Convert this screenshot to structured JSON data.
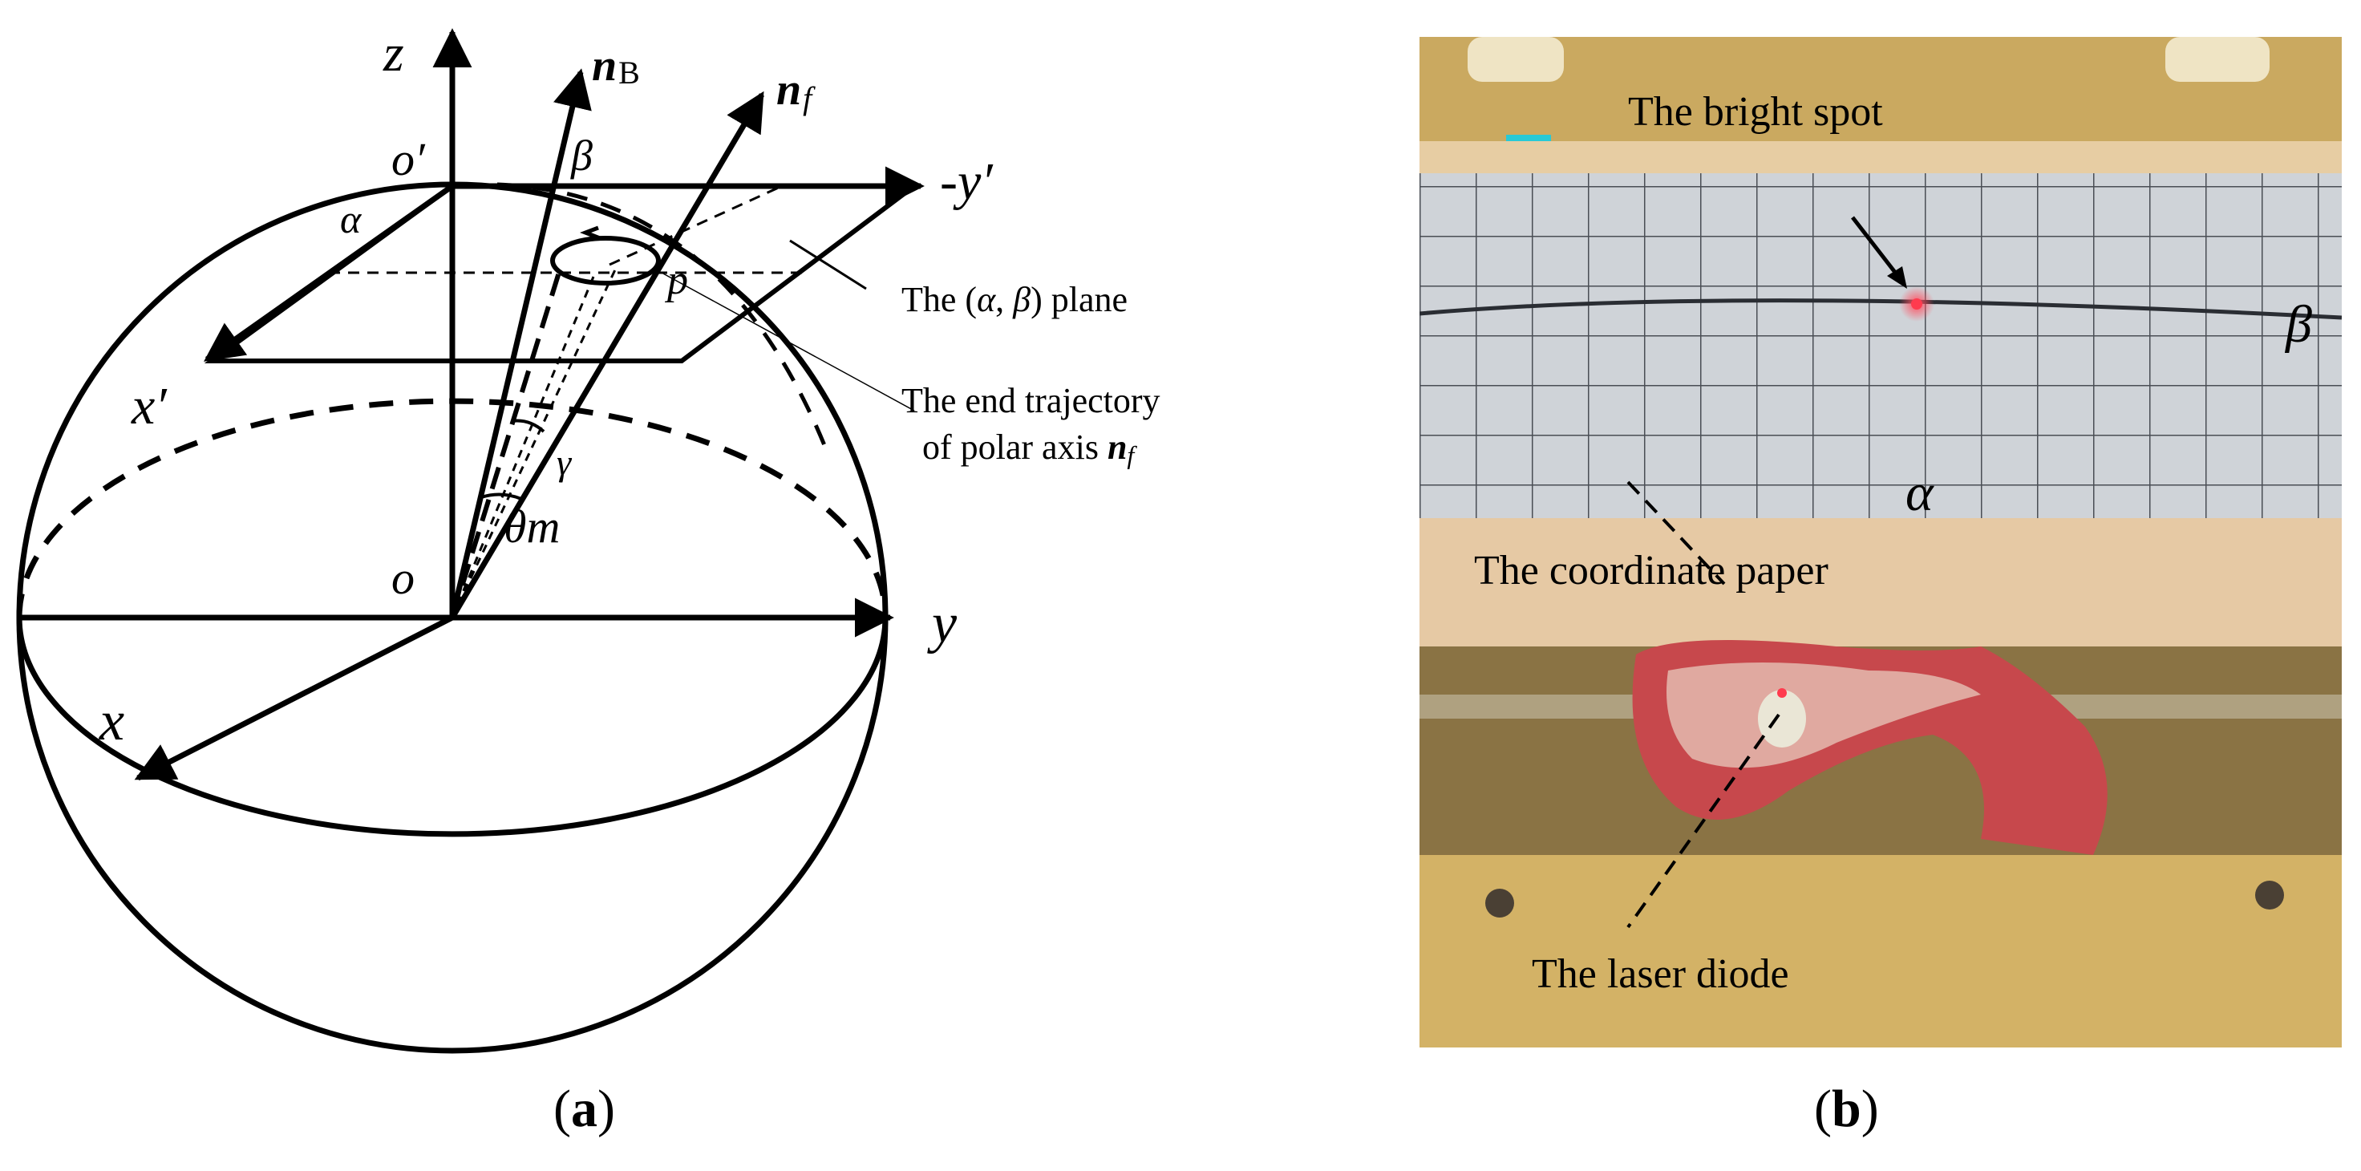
{
  "panel_a": {
    "caption": "a",
    "labels": {
      "z": "z",
      "o_prime": "o′",
      "nB_main": "n",
      "nB_sub": "B",
      "nf_main": "n",
      "nf_sub": "f",
      "beta": "β",
      "neg_y_prime": "-y′",
      "alpha": "α",
      "x_prime": "x′",
      "p": "p",
      "gamma": "γ",
      "theta_m": "θm",
      "o": "o",
      "y": "y",
      "x": "x"
    },
    "annotations": {
      "plane_pre": "The (",
      "plane_alpha": "α",
      "plane_mid": ", ",
      "plane_beta": "β",
      "plane_post": ") plane",
      "trajectory_line1": "The end trajectory",
      "trajectory_line2_pre": "of  polar axis ",
      "trajectory_n": "n",
      "trajectory_sub": "f"
    }
  },
  "panel_b": {
    "caption": "b",
    "labels": {
      "bright_spot": "The bright spot",
      "beta": "β",
      "alpha": "α",
      "coordinate_paper": "The coordinate paper",
      "laser_diode": "The laser diode"
    }
  },
  "colors": {
    "ink": "#000000",
    "laser_spot": "#ff3b4e",
    "paper": "#c9cdd2",
    "frame_wood": "#d8b86a",
    "model_tissue": "#c7484c"
  }
}
